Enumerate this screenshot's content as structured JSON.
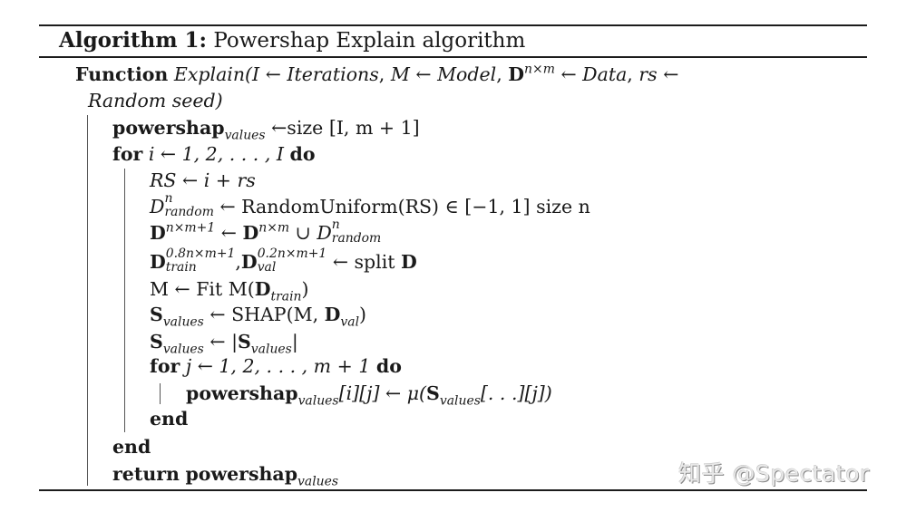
{
  "algorithm": {
    "label": "Algorithm 1:",
    "title": "Powershap Explain algorithm"
  },
  "function_header": {
    "keyword": "Function",
    "name": "Explain(",
    "params": [
      {
        "symbol": "I",
        "arrow": "←",
        "value": "Iterations"
      },
      {
        "symbol": "M",
        "arrow": "←",
        "value": "Model"
      },
      {
        "symbol": "D",
        "sup": "n×m",
        "arrow": "←",
        "value": "Data"
      },
      {
        "symbol": "rs",
        "arrow": "←",
        "value": "Random seed)"
      }
    ]
  },
  "lines": {
    "init": {
      "var": "powershap",
      "sub": "values",
      "rhs": "←size [I, m + 1]"
    },
    "for_i": {
      "kw_for": "for",
      "expr": "i ← 1, 2, . . . , I",
      "kw_do": "do"
    },
    "rs": {
      "text": "RS ← i + rs"
    },
    "drandom": {
      "lhs": "D",
      "sup": "n",
      "sub": "random",
      "rhs": "← RandomUniform(RS) ∈ [−1, 1] size n"
    },
    "dconcat": {
      "lhs": "D",
      "lhs_sup": "n×m+1",
      "arrow": "←",
      "r1": "D",
      "r1_sup": "n×m",
      "union": "∪",
      "r2": "D",
      "r2_sup": "n",
      "r2_sub": "random"
    },
    "split": {
      "a": "D",
      "a_sup": "0.8n×m+1",
      "a_sub": "train",
      "b": "D",
      "b_sup": "0.2n×m+1",
      "b_sub": "val",
      "rhs": "← split",
      "rhs_var": "D"
    },
    "fit": {
      "text_a": "M ← Fit",
      "text_b": "M(",
      "var": "D",
      "sub": "train",
      "close": ")"
    },
    "shap": {
      "var": "S",
      "sub": "values",
      "rhs": "← SHAP(M, ",
      "arg": "D",
      "arg_sub": "val",
      "close": ")"
    },
    "abs": {
      "var": "S",
      "sub": "values",
      "rhs": "← |",
      "arg": "S",
      "arg_sub": "values",
      "close": "|"
    },
    "for_j": {
      "kw_for": "for",
      "expr": "j ← 1, 2, . . . , m + 1",
      "kw_do": "do"
    },
    "assign": {
      "var": "powershap",
      "sub": "values",
      "idx": "[i][j] ← μ(",
      "arg": "S",
      "arg_sub": "values",
      "arg_idx": "[. . .][j])"
    },
    "end_j": {
      "kw": "end"
    },
    "end_i": {
      "kw": "end"
    },
    "ret": {
      "kw": "return",
      "var": "powershap",
      "sub": "values"
    }
  },
  "watermark": "知乎 @Spectator",
  "colors": {
    "text": "#1a1a1a",
    "rule": "#1c1c1c",
    "bar": "#555555",
    "watermark": "#e9e9e9"
  }
}
